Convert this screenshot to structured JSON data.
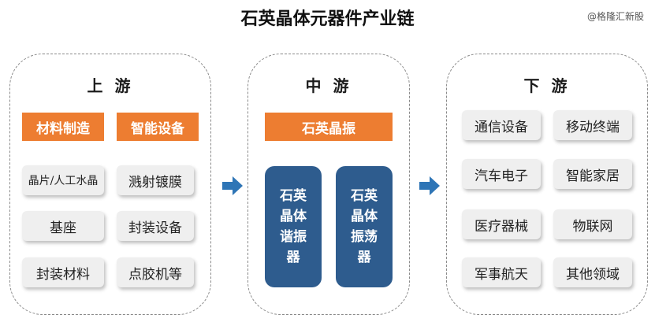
{
  "title": "石英晶体元器件产业链",
  "watermark": "@格隆汇新股",
  "colors": {
    "accent_orange": "#ed7d31",
    "node_blue": "#2e5c8e",
    "arrow_blue": "#2e75b6",
    "tile_grey": "#efefef"
  },
  "upstream": {
    "label": "上 游",
    "categories": [
      "材料制造",
      "智能设备"
    ],
    "items": [
      "晶片/人工水晶",
      "溅射镀膜",
      "基座",
      "封装设备",
      "封装材料",
      "点胶机等"
    ]
  },
  "midstream": {
    "label": "中 游",
    "category": "石英晶振",
    "products": [
      "石英晶体谐振器",
      "石英晶体振荡器"
    ]
  },
  "downstream": {
    "label": "下 游",
    "items": [
      "通信设备",
      "移动终端",
      "汽车电子",
      "智能家居",
      "医疗器械",
      "物联网",
      "军事航天",
      "其他领域"
    ]
  },
  "icons": {
    "flow_arrow": "right-arrow-icon"
  }
}
